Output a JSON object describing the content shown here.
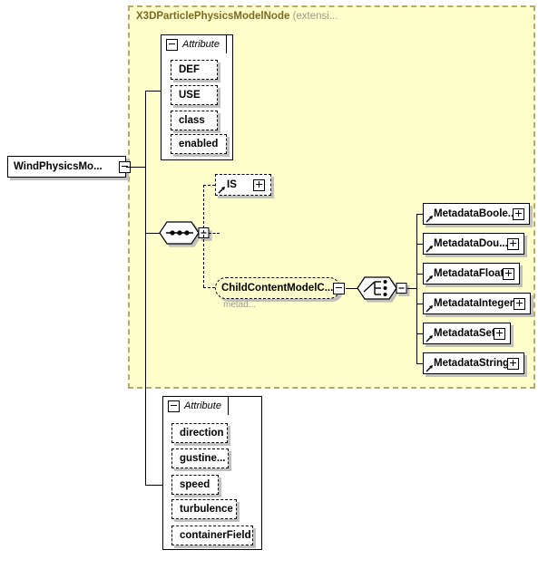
{
  "diagram": {
    "type": "xml-schema-element-diagram",
    "colors": {
      "extension_fill": "#ffffcc",
      "extension_border": "#b9a86a",
      "title_text": "#7a6a1d",
      "title_suffix": "#9a9a8a",
      "box_fill": "#ffffff",
      "box_border": "#000000",
      "shadow": "#c0c0c0"
    },
    "root_element": {
      "label": "WindPhysicsMo...",
      "expander": "minus"
    },
    "extension": {
      "title": "X3DParticlePhysicsModelNode",
      "title_suffix": "(extensi...",
      "attribute_group": {
        "header": "Attribute",
        "expander": "minus",
        "items": [
          {
            "label": "DEF"
          },
          {
            "label": "USE"
          },
          {
            "label": "class"
          },
          {
            "label": "enabled"
          }
        ]
      },
      "sequence_compositor": {
        "kind": "sequence",
        "expander": "minus"
      },
      "children": [
        {
          "label": "IS",
          "style": "dashed",
          "expander": "plus",
          "reference": true
        },
        {
          "label": "ChildContentModelC...",
          "style": "rounded-dashed",
          "expander": "minus",
          "sub_label": "metad..."
        }
      ],
      "choice_compositor": {
        "kind": "choice",
        "expander": "minus"
      },
      "metadata_elements": [
        {
          "label": "MetadataBoole...",
          "expander": "plus",
          "reference": true
        },
        {
          "label": "MetadataDou...",
          "expander": "plus",
          "reference": true
        },
        {
          "label": "MetadataFloat",
          "expander": "plus",
          "reference": true
        },
        {
          "label": "MetadataInteger",
          "expander": "plus",
          "reference": true
        },
        {
          "label": "MetadataSet",
          "expander": "plus",
          "reference": true
        },
        {
          "label": "MetadataString",
          "expander": "plus",
          "reference": true
        }
      ]
    },
    "local_attribute_group": {
      "header": "Attribute",
      "expander": "minus",
      "items": [
        {
          "label": "direction"
        },
        {
          "label": "gustine..."
        },
        {
          "label": "speed"
        },
        {
          "label": "turbulence"
        },
        {
          "label": "containerField"
        }
      ]
    }
  }
}
